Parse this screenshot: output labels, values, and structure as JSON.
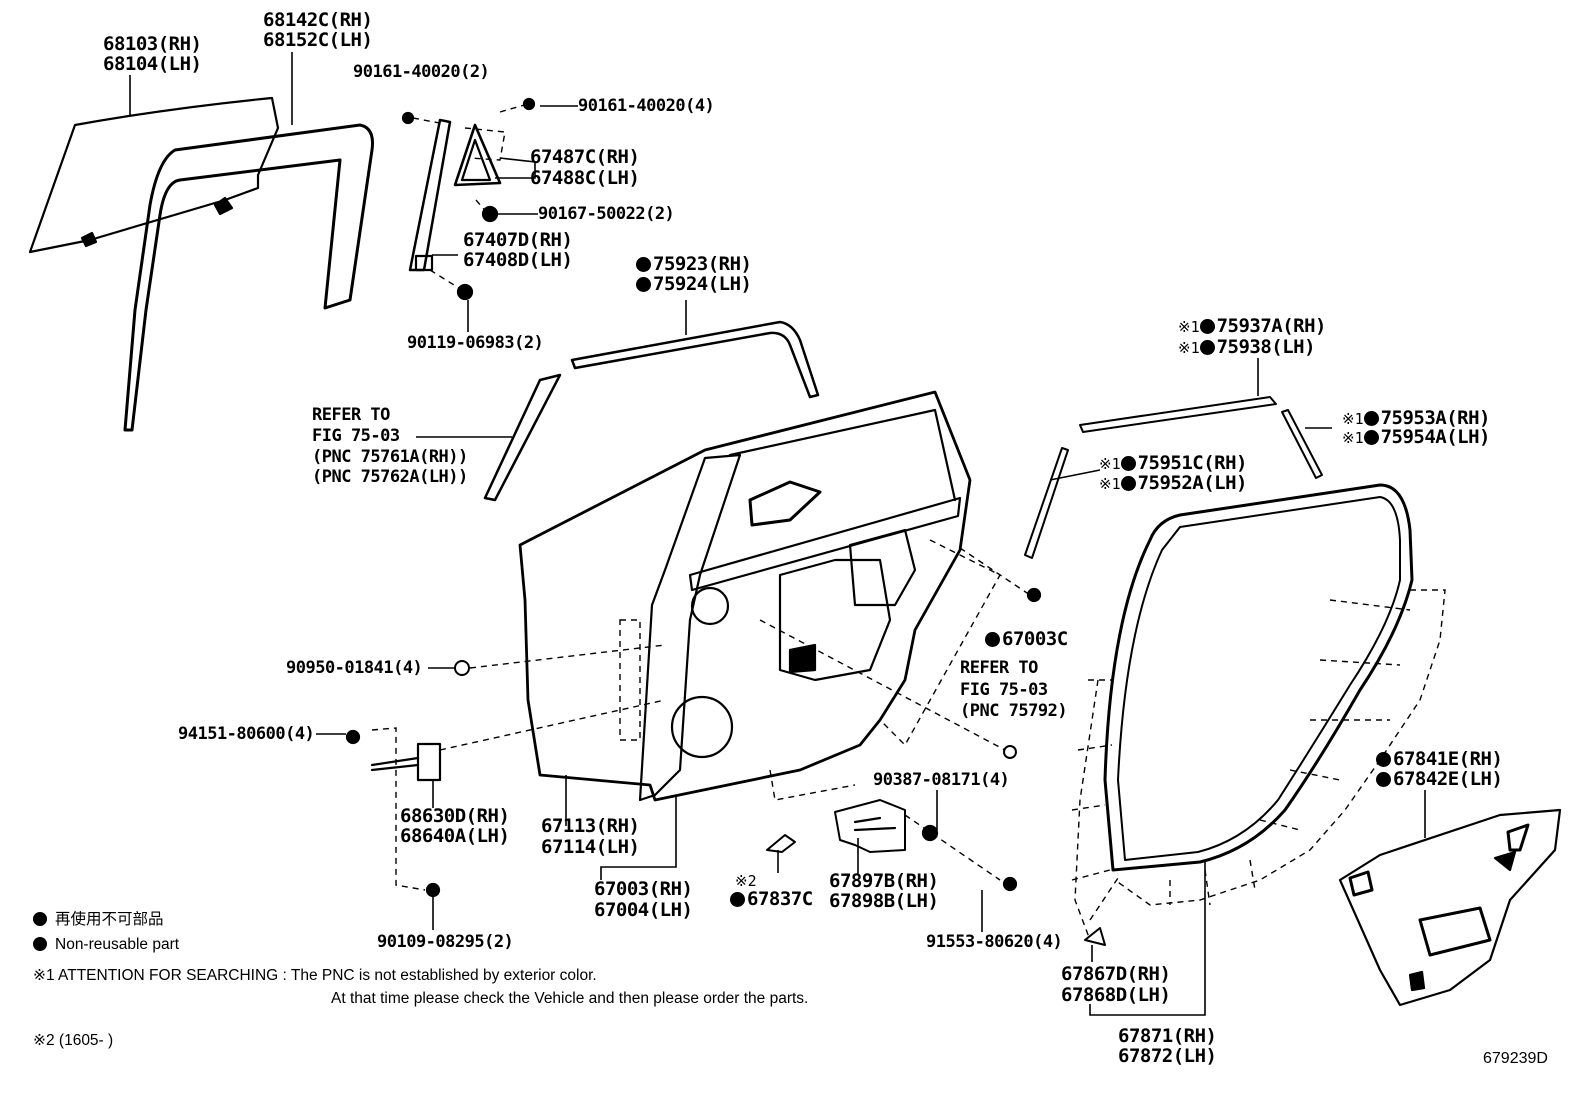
{
  "labels": {
    "p68103": "68103(RH)",
    "p68104": "68104(LH)",
    "p68142c": "68142C(RH)",
    "p68152c": "68152C(LH)",
    "p90161a": "90161-40020(2)",
    "p90161b": "90161-40020(4)",
    "p67487c": "67487C(RH)",
    "p67488c": "67488C(LH)",
    "p90167": "90167-50022(2)",
    "p67407d": "67407D(RH)",
    "p67408d": "67408D(LH)",
    "p90119": "90119-06983(2)",
    "p75923": "75923(RH)",
    "p75924": "75924(LH)",
    "refer1_l1": "REFER TO",
    "refer1_l2": "FIG 75-03",
    "refer1_l3": "(PNC 75761A(RH))",
    "refer1_l4": "(PNC 75762A(LH))",
    "p75937a": "75937A(RH)",
    "p75938": "75938(LH)",
    "p75953a": "75953A(RH)",
    "p75954a": "75954A(LH)",
    "p75951c": "75951C(RH)",
    "p75952a": "75952A(LH)",
    "p67003c": "67003C",
    "refer2_l1": "REFER TO",
    "refer2_l2": "FIG 75-03",
    "refer2_l3": "(PNC 75792)",
    "p90950": "90950-01841(4)",
    "p94151": "94151-80600(4)",
    "p68630d": "68630D(RH)",
    "p68640a": "68640A(LH)",
    "p67113": "67113(RH)",
    "p67114": "67114(LH)",
    "p67003": "67003(RH)",
    "p67004": "67004(LH)",
    "p67837c": "67837C",
    "p67897b": "67897B(RH)",
    "p67898b": "67898B(LH)",
    "p90387": "90387-08171(4)",
    "p91553": "91553-80620(4)",
    "p67841e": "67841E(RH)",
    "p67842e": "67842E(LH)",
    "p67867d": "67867D(RH)",
    "p67868d": "67868D(LH)",
    "p67871": "67871(RH)",
    "p67872": "67872(LH)",
    "p90109": "90109-08295(2)",
    "diagram_no": "679239D"
  },
  "marks": {
    "note1": "※1",
    "note2": "※2"
  },
  "legend": {
    "jp": "再使用不可部品",
    "en": "Non-reusable part"
  },
  "notes": {
    "attention_l1": "※1 ATTENTION FOR SEARCHING : The PNC is not established by exterior color.",
    "attention_l2": "At that time please check the Vehicle and then please order the parts.",
    "date_range": "※2 (1605-        )"
  }
}
